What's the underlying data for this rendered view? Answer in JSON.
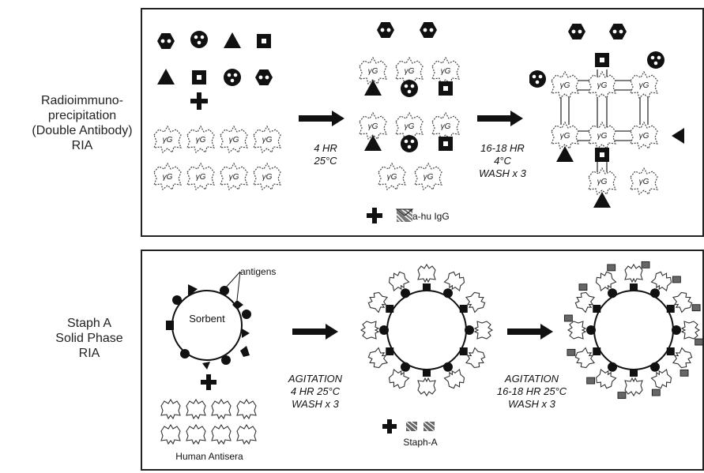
{
  "top": {
    "side_label_lines": [
      "Radioimmuno-",
      "precipitation",
      "(Double Antibody)",
      "RIA"
    ],
    "ab_text": "γG",
    "step1_lines": [
      "4 HR",
      "25°C"
    ],
    "step2_lines": [
      "16-18 HR",
      "4°C",
      "WASH x 3"
    ],
    "reagent_label": "a-hu IgG"
  },
  "bottom": {
    "side_label_lines": [
      "Staph A",
      "Solid Phase",
      "RIA"
    ],
    "sorbent_label": "Sorbent",
    "antigens_label": "antigens",
    "antisera_label": "Human Antisera",
    "step1_lines": [
      "AGITATION",
      "4 HR    25°C",
      "WASH x 3"
    ],
    "step2_lines": [
      "AGITATION",
      "16-18 HR    25°C",
      "WASH x 3"
    ],
    "reagent_label": "Staph-A"
  },
  "icons": [
    "hexagon-antigen-icon",
    "circle-antigen-icon",
    "triangle-antigen-icon",
    "square-antigen-icon",
    "antibody-icon",
    "anti-human-igg-icon",
    "staph-a-icon",
    "arrow-icon",
    "plus-icon"
  ]
}
